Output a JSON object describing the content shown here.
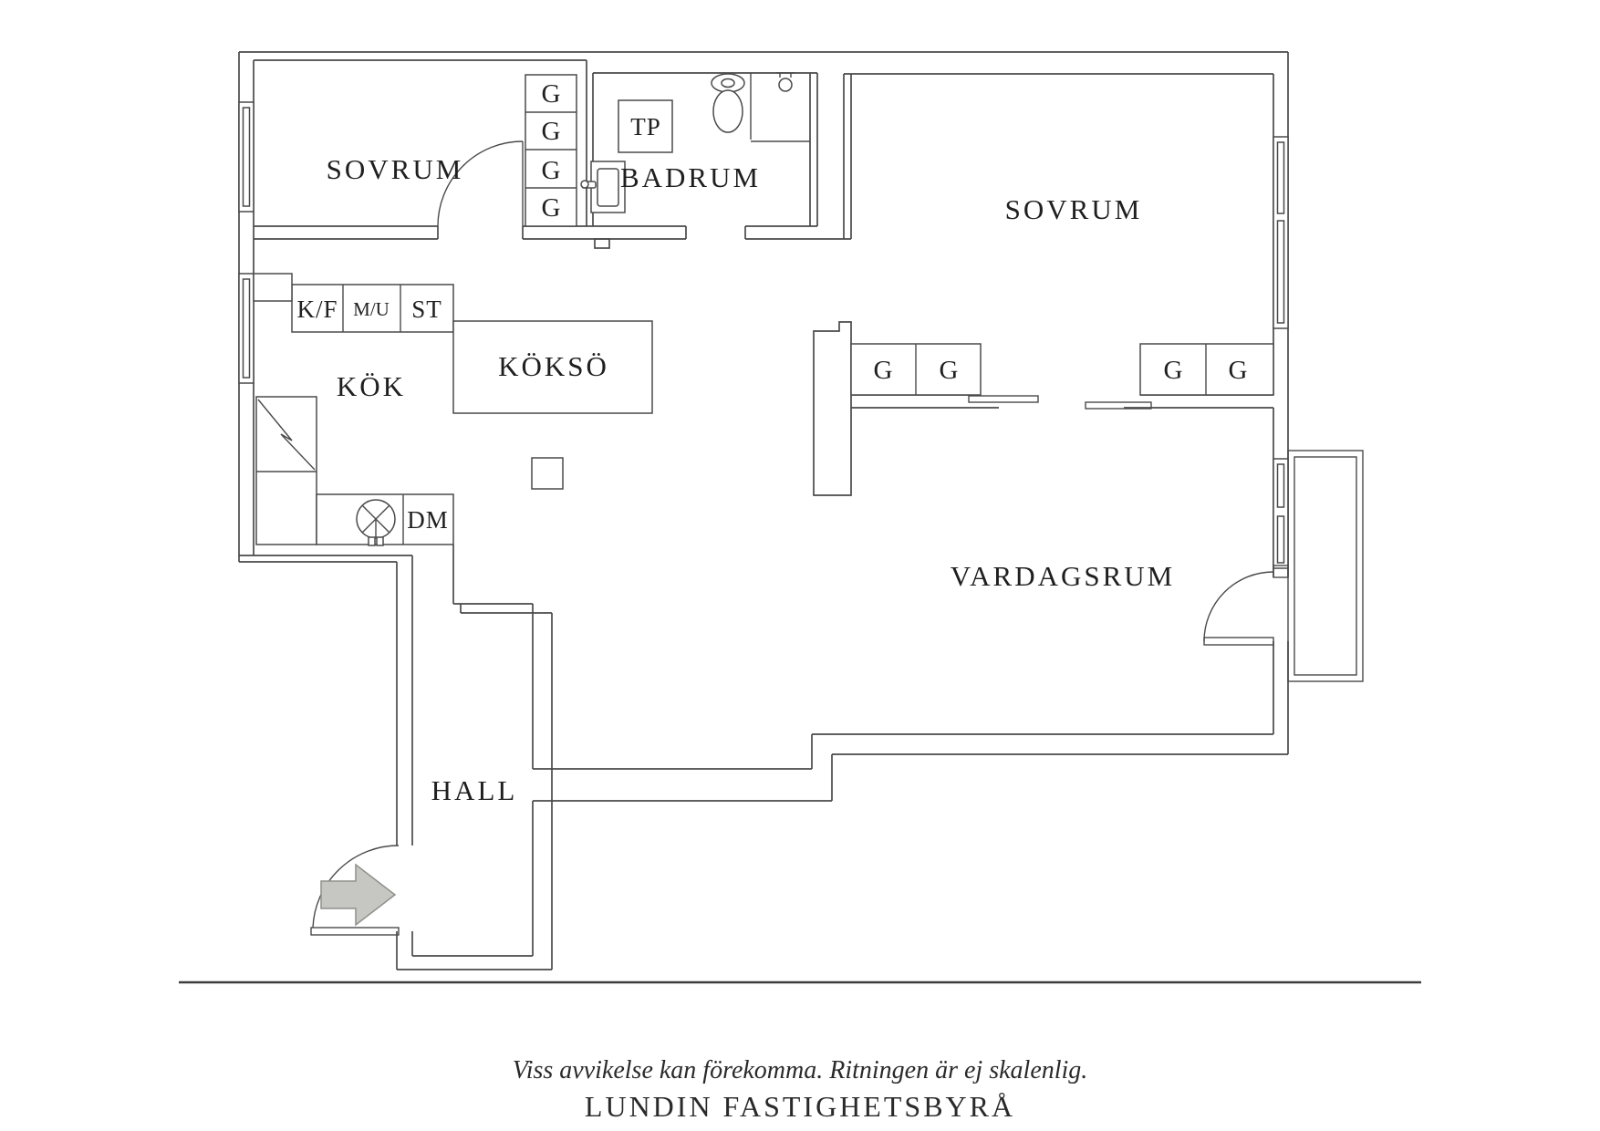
{
  "plan": {
    "rooms": {
      "bedroom_left": "SOVRUM",
      "bedroom_right": "SOVRUM",
      "bathroom": "BADRUM",
      "kitchen": "KÖK",
      "kitchen_island": "KÖKSÖ",
      "living_room": "VARDAGSRUM",
      "hall": "HALL"
    },
    "fixture_labels": {
      "wardrobe": "G",
      "towel_rail": "TP",
      "fridge_freezer": "K/F",
      "microwave_oven": "M/U",
      "cleaning_closet": "ST",
      "dishwasher": "DM"
    },
    "footer": {
      "disclaimer": "Viss avvikelse kan förekomma. Ritningen är ej skalenlig.",
      "agency": "LUNDIN FASTIGHETSBYRÅ"
    },
    "colors": {
      "line": "#4a4a4a",
      "text": "#1f1f1f",
      "arrow_fill": "#c6c6c2",
      "arrow_stroke": "#8f8f8b",
      "bg": "#ffffff"
    }
  }
}
